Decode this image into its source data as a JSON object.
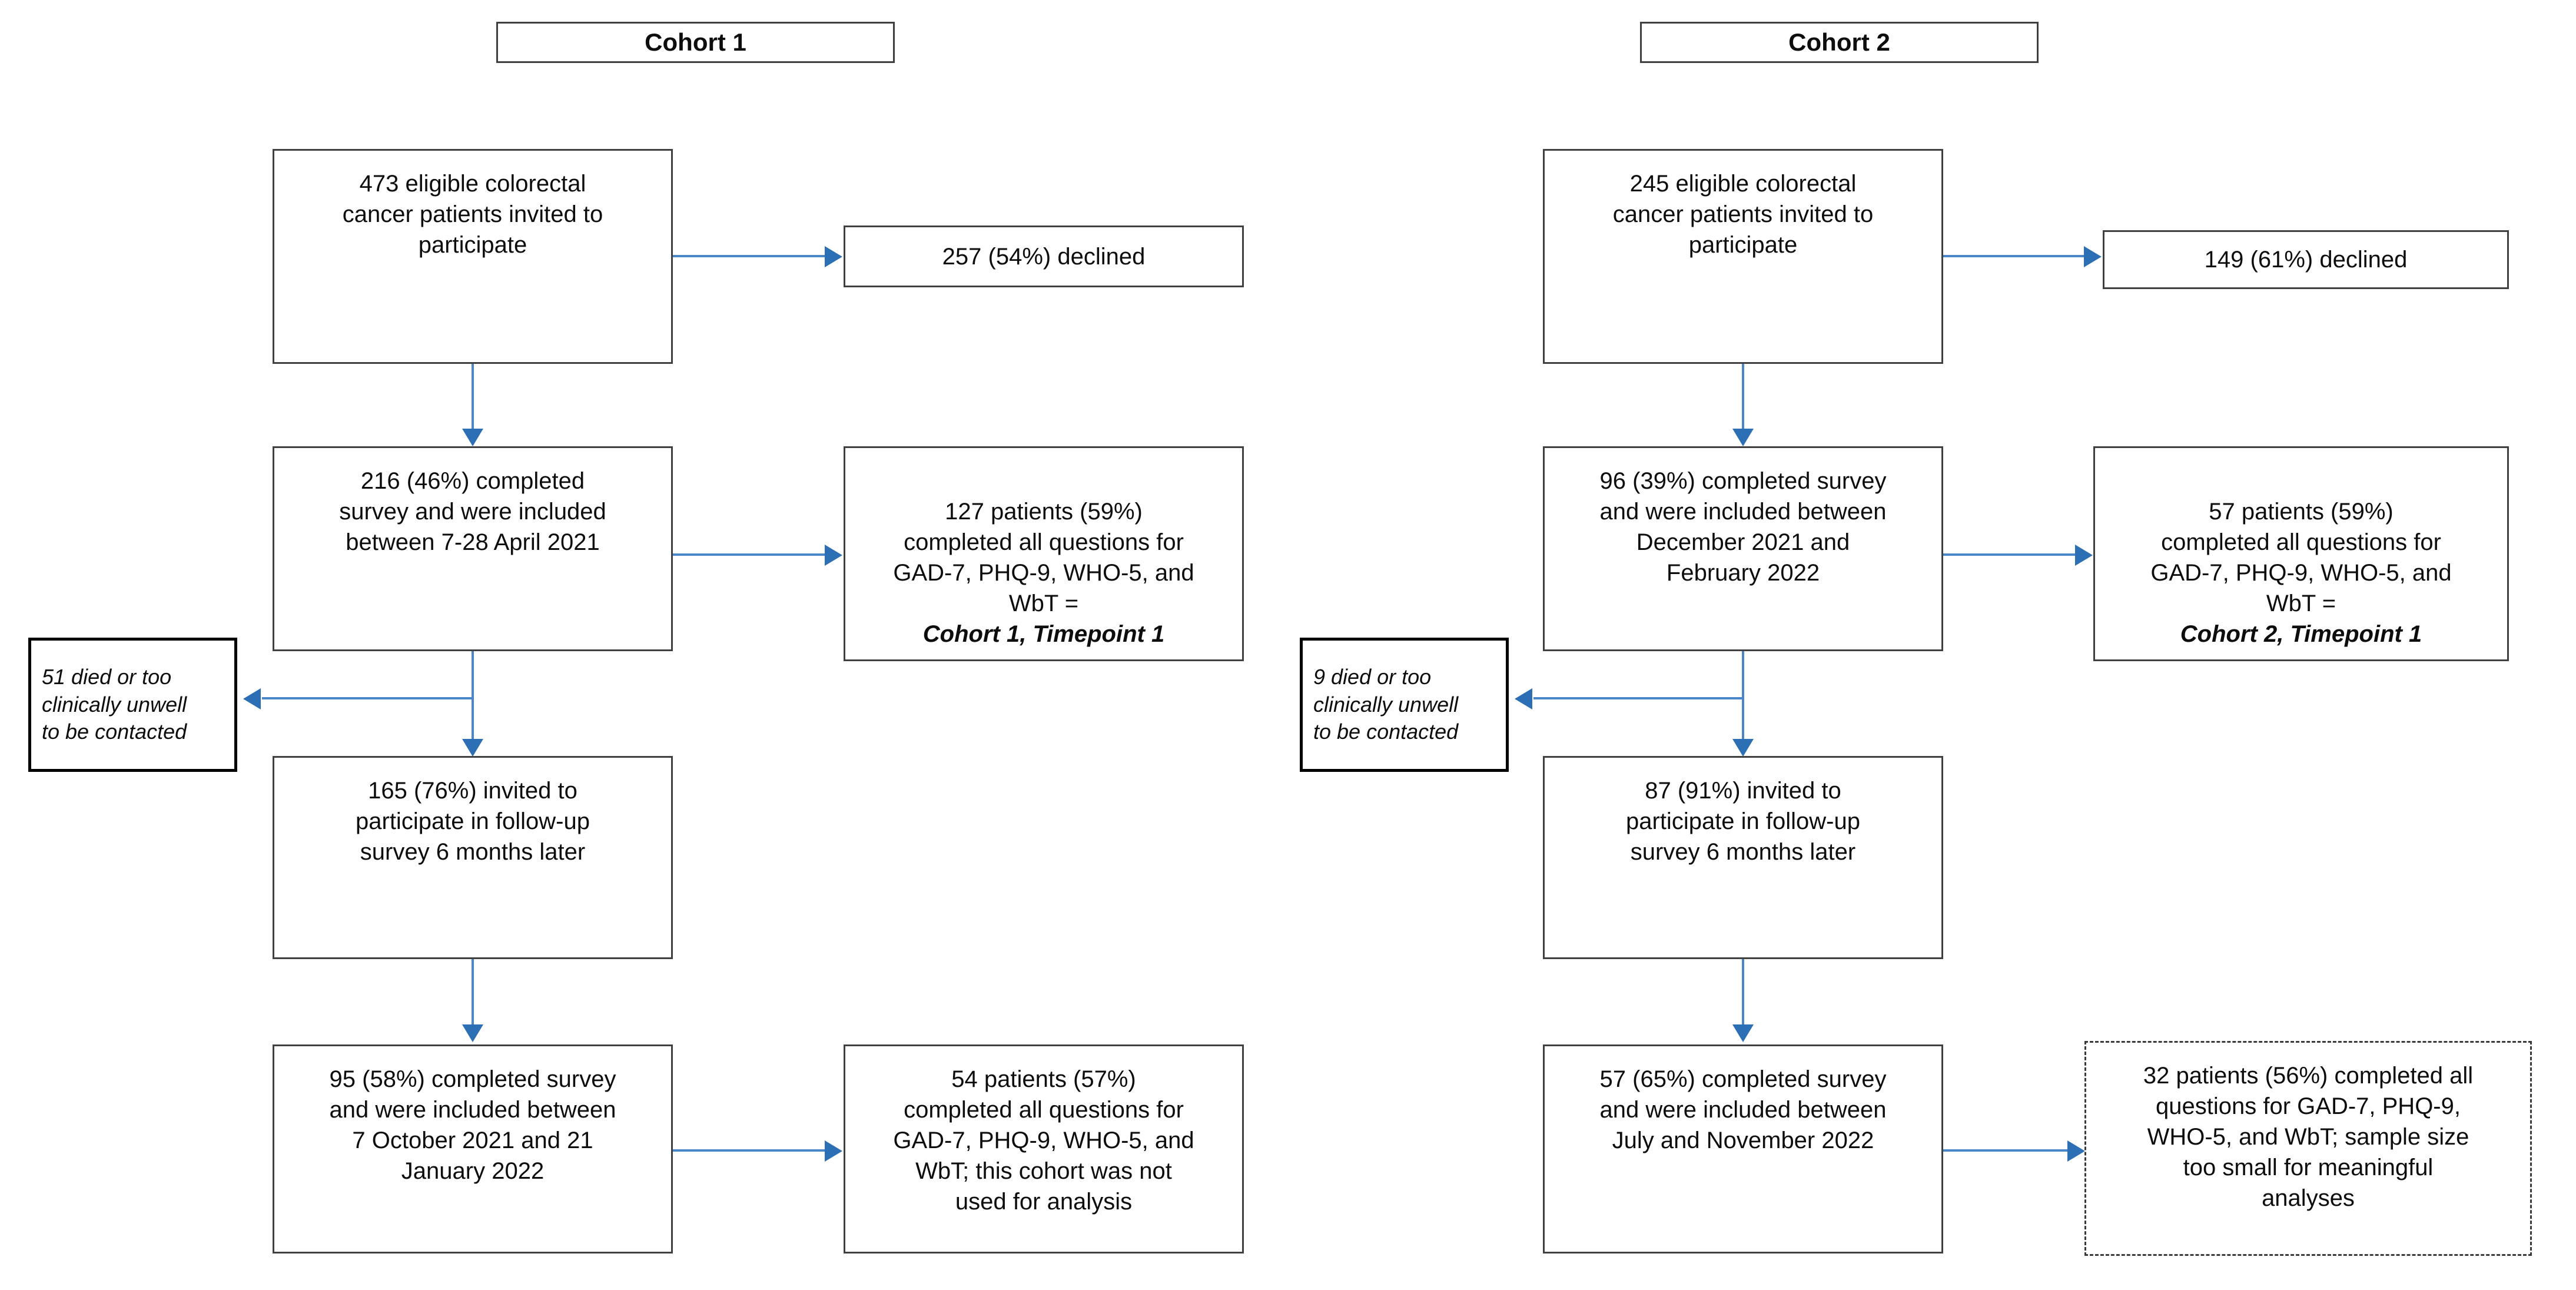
{
  "figure": {
    "type": "flowchart",
    "description": "Participant flow diagram for two colorectal cancer patient cohorts"
  },
  "cohort1": {
    "header": "Cohort 1",
    "invited": "473 eligible colorectal\ncancer patients invited to\nparticipate",
    "declined": "257 (54%) declined",
    "baseline_completed": "216 (46%) completed\nsurvey and were included\nbetween 7-28 April 2021",
    "baseline_complete_cases": "127 patients (59%)\ncompleted all questions for\nGAD-7, PHQ-9, WHO-5, and\nWbT =",
    "baseline_label": "Cohort 1, Timepoint 1",
    "attrition": "51 died or too\nclinically unwell\nto be contacted",
    "followup_invited": "165 (76%) invited to\nparticipate in follow-up\nsurvey 6 months later",
    "followup_completed": "95 (58%) completed survey\nand were included between\n7 October 2021 and 21\nJanuary 2022",
    "followup_complete_cases": "54 patients (57%)\ncompleted all questions for\nGAD-7, PHQ-9, WHO-5, and\nWbT; this cohort was not\nused for analysis"
  },
  "cohort2": {
    "header": "Cohort 2",
    "invited": "245 eligible colorectal\ncancer patients invited to\nparticipate",
    "declined": "149 (61%) declined",
    "baseline_completed": "96 (39%) completed survey\nand were included between\nDecember 2021 and\nFebruary 2022",
    "baseline_complete_cases": "57 patients (59%)\ncompleted all questions for\nGAD-7, PHQ-9, WHO-5, and\nWbT =",
    "baseline_label": "Cohort 2, Timepoint 1",
    "attrition": "9 died or too\nclinically unwell\nto be contacted",
    "followup_invited": "87 (91%) invited to\nparticipate in follow-up\nsurvey 6 months later",
    "followup_completed": "57 (65%) completed survey\nand were included between\nJuly and November 2022",
    "followup_complete_cases": "32 patients (56%) completed all\nquestions for GAD-7, PHQ-9,\nWHO-5, and WbT; sample size\ntoo small for meaningful\nanalyses"
  },
  "colors": {
    "connector": "#4a86c8",
    "arrowhead": "#2c6fb5",
    "box_border": "#404040",
    "note_border": "#000000",
    "text": "#0d0d0d",
    "background": "#ffffff"
  },
  "chart_data": {
    "type": "table",
    "title": "Participant flow",
    "categories": [
      "Cohort 1",
      "Cohort 2"
    ],
    "series": [
      {
        "name": "Eligible invited",
        "values": [
          473,
          245
        ]
      },
      {
        "name": "Declined",
        "values": [
          257,
          149
        ]
      },
      {
        "name": "Declined percent",
        "values": [
          54,
          61
        ]
      },
      {
        "name": "Baseline completed",
        "values": [
          216,
          96
        ]
      },
      {
        "name": "Baseline completed percent",
        "values": [
          46,
          39
        ]
      },
      {
        "name": "Baseline complete cases",
        "values": [
          127,
          57
        ]
      },
      {
        "name": "Baseline complete cases percent",
        "values": [
          59,
          59
        ]
      },
      {
        "name": "Died or too unwell",
        "values": [
          51,
          9
        ]
      },
      {
        "name": "Follow-up invited",
        "values": [
          165,
          87
        ]
      },
      {
        "name": "Follow-up invited percent",
        "values": [
          76,
          91
        ]
      },
      {
        "name": "Follow-up completed",
        "values": [
          95,
          57
        ]
      },
      {
        "name": "Follow-up completed percent",
        "values": [
          58,
          65
        ]
      },
      {
        "name": "Follow-up complete cases",
        "values": [
          54,
          32
        ]
      },
      {
        "name": "Follow-up complete cases percent",
        "values": [
          57,
          56
        ]
      }
    ]
  }
}
